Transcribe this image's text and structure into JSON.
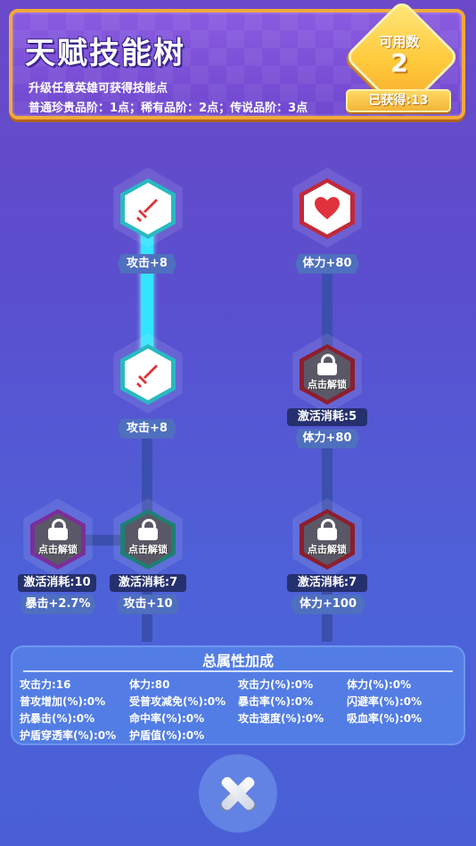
{
  "header": {
    "title": "天赋技能树",
    "subtitle": "升级任意英雄可获得技能点",
    "rule": "普通珍贵品阶：1点；稀有品阶：2点；传说品阶：3点",
    "available_label": "可用数",
    "available_value": "2",
    "obtained": "已获得:13"
  },
  "tree": {
    "attack1": {
      "label": "攻击+8",
      "icon": "sword-icon"
    },
    "attack2": {
      "label": "攻击+8",
      "icon": "sword-icon"
    },
    "hp1": {
      "label": "体力+80",
      "icon": "heart-icon"
    },
    "hp2": {
      "lock": "点击解锁",
      "cost": "激活消耗:5",
      "label": "体力+80"
    },
    "crit": {
      "lock": "点击解锁",
      "cost": "激活消耗:10",
      "label": "暴击+2.7%"
    },
    "attack3": {
      "lock": "点击解锁",
      "cost": "激活消耗:7",
      "label": "攻击+10"
    },
    "hp3": {
      "lock": "点击解锁",
      "cost": "激活消耗:7",
      "label": "体力+100"
    }
  },
  "summary": {
    "title": "总属性加成",
    "stats": [
      "攻击力:16",
      "体力:80",
      "攻击力(%):0%",
      "体力(%):0%",
      "普攻增加(%):0%",
      "受普攻减免(%):0%",
      "暴击率(%):0%",
      "闪避率(%):0%",
      "抗暴击(%):0%",
      "命中率(%):0%",
      "攻击速度(%):0%",
      "吸血率(%):0%",
      "护盾穿透率(%):0%",
      "护盾值(%):0%"
    ]
  },
  "colors": {
    "accent_gold": "#f2a93b",
    "active_line": "#33e4ff",
    "attack_node": "#29b9c2",
    "hp_node": "#c2283a"
  }
}
